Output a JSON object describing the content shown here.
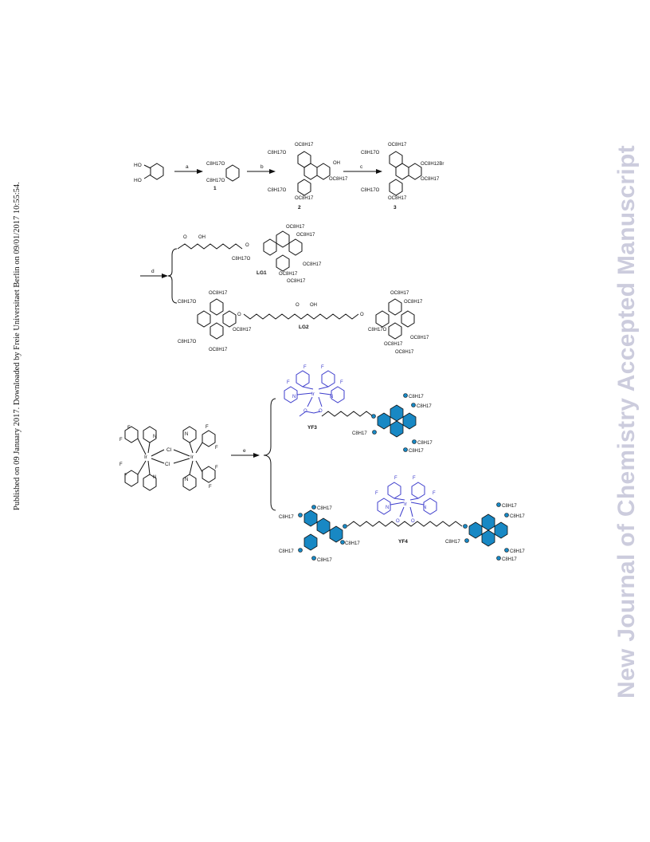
{
  "sidebar_left": {
    "text": "Published on 09 January 2017. Downloaded by Freie Universitaet Berlin on 09/01/2017 10:55:54."
  },
  "watermark": {
    "text": "New Journal of Chemistry Accepted Manuscript"
  },
  "scheme": {
    "step_labels": {
      "a": "a",
      "b": "b",
      "c": "c",
      "d": "d",
      "e": "e"
    },
    "compound_labels": {
      "c1": "1",
      "c2": "2",
      "c3": "3",
      "lg1": "LG1",
      "lg2": "LG2",
      "yf3": "YF3",
      "yf4": "YF4"
    },
    "substituents": {
      "ho": "HO",
      "oh": "OH",
      "oc8": "OC8H17",
      "c8o": "C8H17O",
      "oc8br": "OC8H12Br",
      "o": "O",
      "c8": "C8H17",
      "f": "F",
      "n": "N",
      "ir": "Ir",
      "cl": "Cl"
    }
  },
  "colors": {
    "iridium_complex": "#3d3dcc",
    "triphenylene_fill": "#1888c4",
    "watermark": "#ccccdd"
  }
}
